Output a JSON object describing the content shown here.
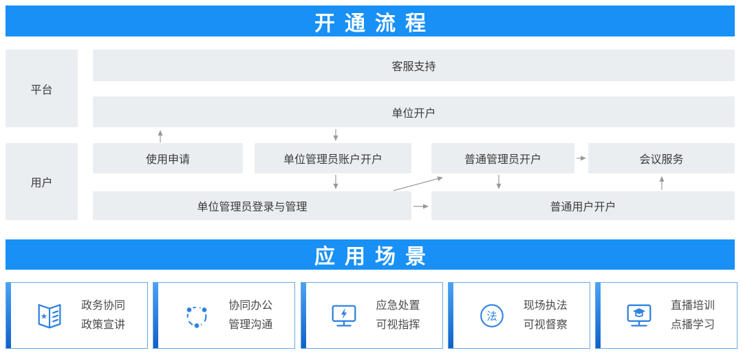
{
  "sections": {
    "process_title": "开通流程",
    "scenarios_title": "应用场景"
  },
  "flow": {
    "lanes": {
      "platform": "平台",
      "user": "用户"
    },
    "nodes": {
      "customer_support": "客服支持",
      "unit_account_open": "单位开户",
      "usage_apply": "使用申请",
      "unit_admin_account_open": "单位管理员账户开户",
      "normal_admin_open": "普通管理员开户",
      "meeting_service": "会议服务",
      "unit_admin_login_manage": "单位管理员登录与管理",
      "normal_user_open": "普通用户开户"
    },
    "arrows": [
      "usage-apply-to-unit-account-open-up",
      "unit-account-open-to-unit-admin-account-open-down",
      "unit-admin-account-open-to-unit-admin-login-down",
      "unit-admin-login-to-normal-admin-open-diagonal",
      "normal-admin-open-to-meeting-service-right",
      "normal-admin-open-to-normal-user-open-down",
      "normal-user-open-to-meeting-service-up",
      "unit-admin-login-to-normal-user-open-right"
    ]
  },
  "scenario_cards": [
    {
      "icon": "book-star-icon",
      "line1": "政务协同",
      "line2": "政策宣讲"
    },
    {
      "icon": "network-nodes-icon",
      "line1": "协同办公",
      "line2": "管理沟通"
    },
    {
      "icon": "monitor-lightning-icon",
      "line1": "应急处置",
      "line2": "可视指挥"
    },
    {
      "icon": "law-badge-icon",
      "line1": "现场执法",
      "line2": "可视督察",
      "badge_char": "法"
    },
    {
      "icon": "training-monitor-icon",
      "line1": "直播培训",
      "line2": "点播学习"
    }
  ],
  "colors": {
    "banner_blue": "#1890f5",
    "box_gray": "#ebeef1",
    "arrow_gray": "#999999",
    "card_border": "#69a7e0",
    "stripe_top": "#4aa2f5",
    "stripe_bottom": "#1061c9",
    "icon_blue": "#2e82e0",
    "text_dark": "#3a3a3a"
  }
}
